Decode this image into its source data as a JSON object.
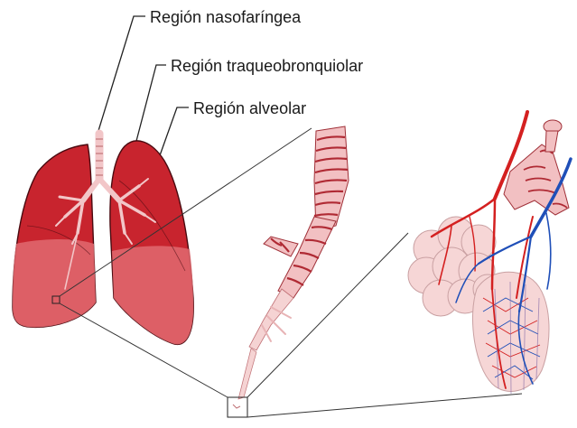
{
  "labels": {
    "nasopharyngeal": "Región nasofaríngea",
    "tracheobronchiolar": "Región traqueobronquiolar",
    "alveolar": "Región alveolar"
  },
  "colors": {
    "lung_dark": "#c8242e",
    "lung_light": "#e06a70",
    "outline": "#4a0a10",
    "airway": "#e8a0a4",
    "alveoli": "#f5d3d3",
    "artery": "#d42020",
    "vein": "#1f4fb8"
  }
}
